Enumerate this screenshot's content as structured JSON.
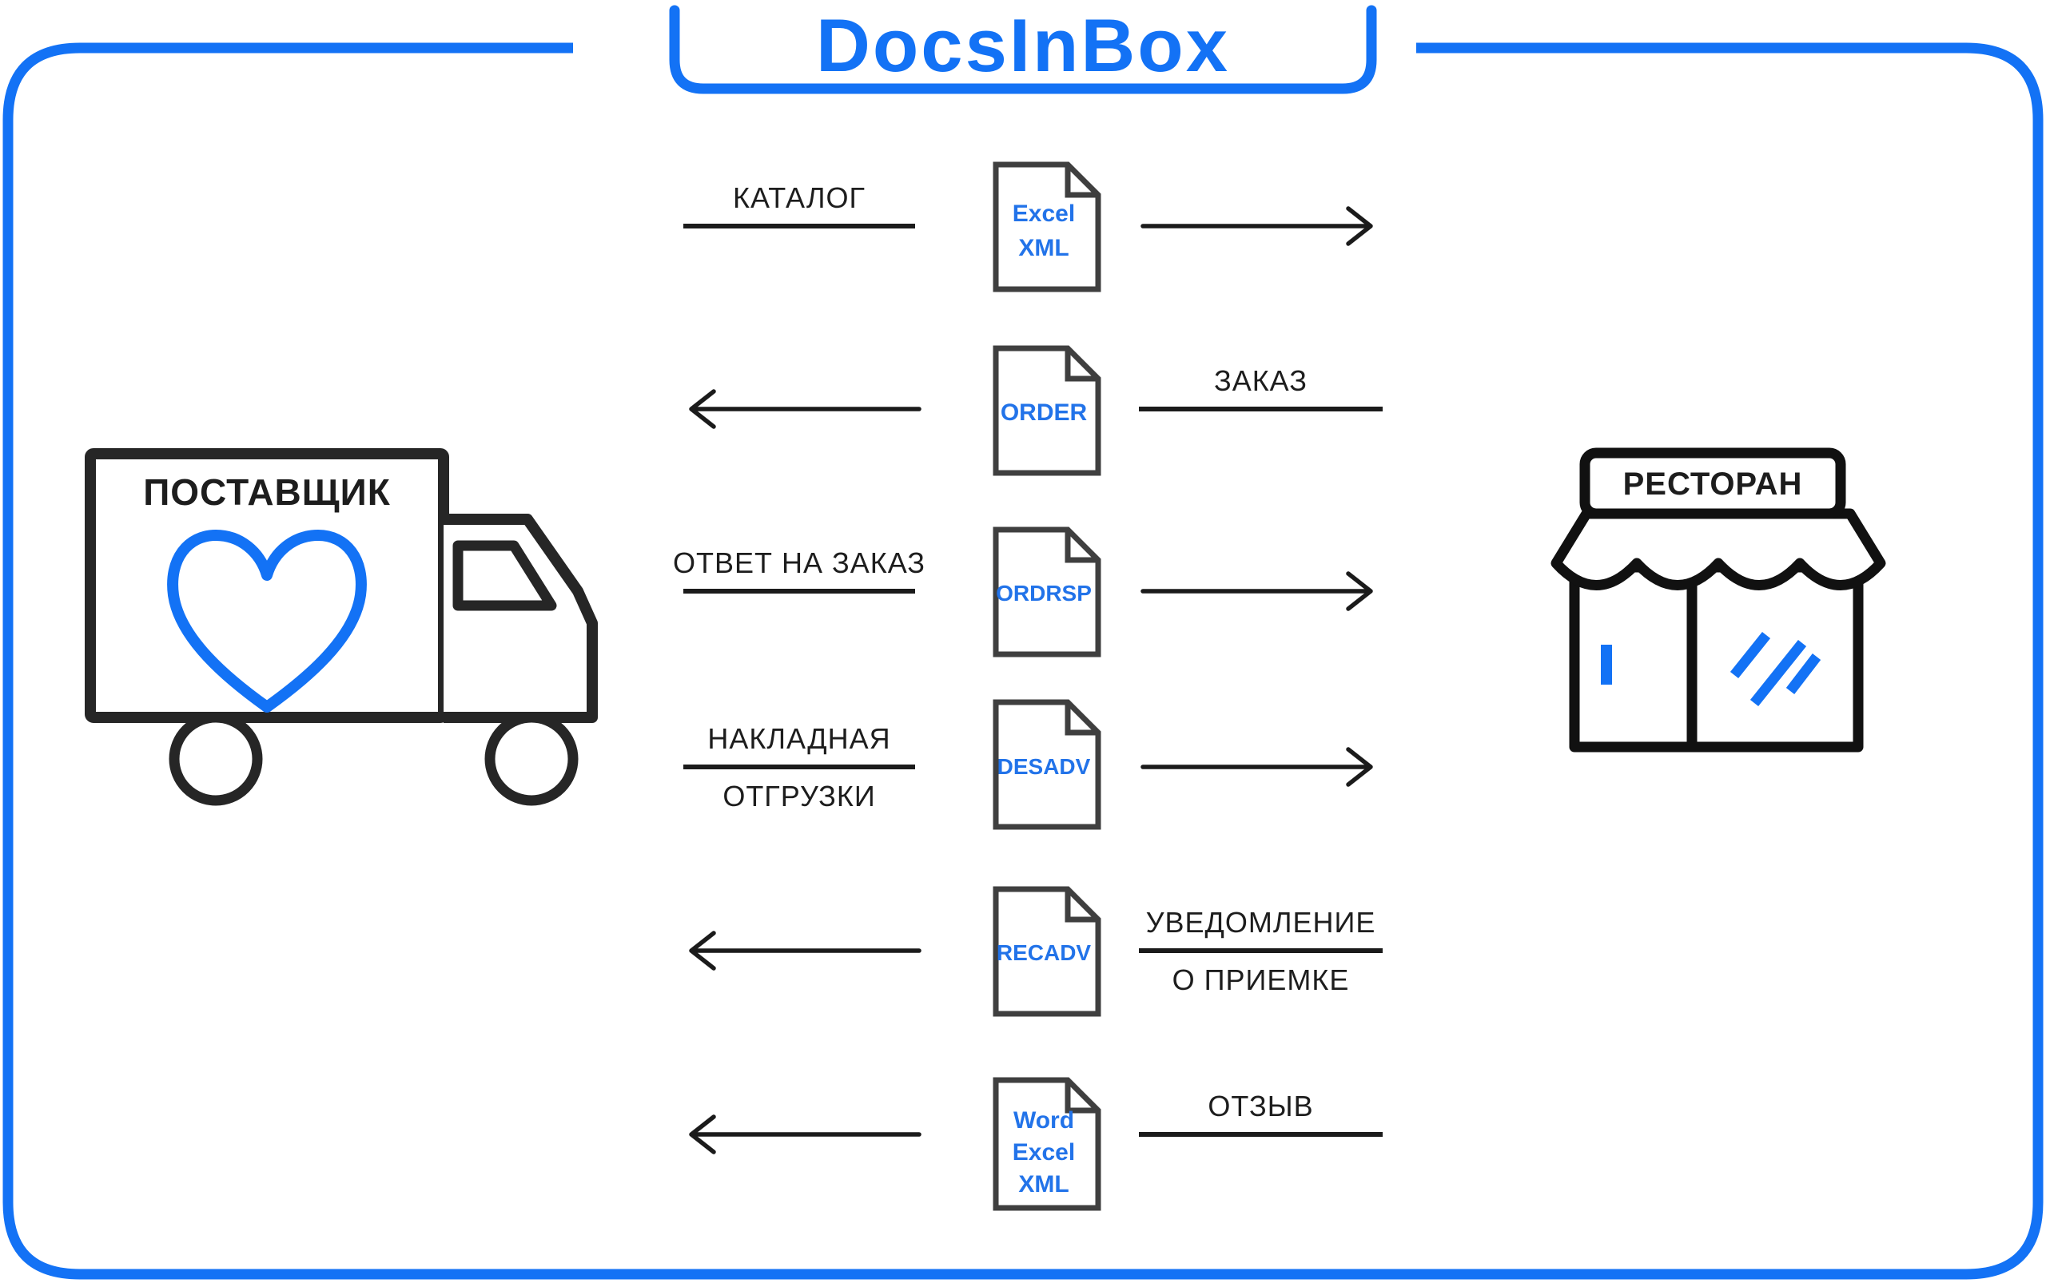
{
  "page": {
    "background": "#FFFFFF",
    "border_color": "#1372F5"
  },
  "logo": {
    "text": "DocsInBox",
    "color": "#1372F5"
  },
  "supplier": {
    "label": "ПОСТАВЩИК"
  },
  "restaurant": {
    "label": "РЕСТОРАН"
  },
  "colors": {
    "accent_blue": "#1372F5",
    "document_text_blue": "#2273E9",
    "outline_black": "#1B1B1B",
    "document_outline_gray": "#3F3F3F"
  },
  "flows": [
    {
      "id": "catalog",
      "doc_lines": [
        "Excel",
        "XML"
      ],
      "label_lines": [
        "КАТАЛОГ"
      ],
      "label_side": "left",
      "direction": "to-restaurant"
    },
    {
      "id": "order",
      "doc_lines": [
        "ORDER"
      ],
      "label_lines": [
        "ЗАКАЗ"
      ],
      "label_side": "right",
      "direction": "to-supplier"
    },
    {
      "id": "order-response",
      "doc_lines": [
        "ORDRSP"
      ],
      "label_lines": [
        "ОТВЕТ НА ЗАКАЗ"
      ],
      "label_side": "left",
      "direction": "to-restaurant"
    },
    {
      "id": "shipment-note",
      "doc_lines": [
        "DESADV"
      ],
      "label_lines": [
        "НАКЛАДНАЯ",
        "ОТГРУЗКИ"
      ],
      "label_side": "left",
      "direction": "to-restaurant"
    },
    {
      "id": "receiving-advice",
      "doc_lines": [
        "RECADV"
      ],
      "label_lines": [
        "УВЕДОМЛЕНИЕ",
        "О ПРИЕМКЕ"
      ],
      "label_side": "right",
      "direction": "to-supplier"
    },
    {
      "id": "feedback",
      "doc_lines": [
        "Word",
        "Excel",
        "XML"
      ],
      "label_lines": [
        "ОТЗЫВ"
      ],
      "label_side": "right",
      "direction": "to-supplier"
    }
  ]
}
